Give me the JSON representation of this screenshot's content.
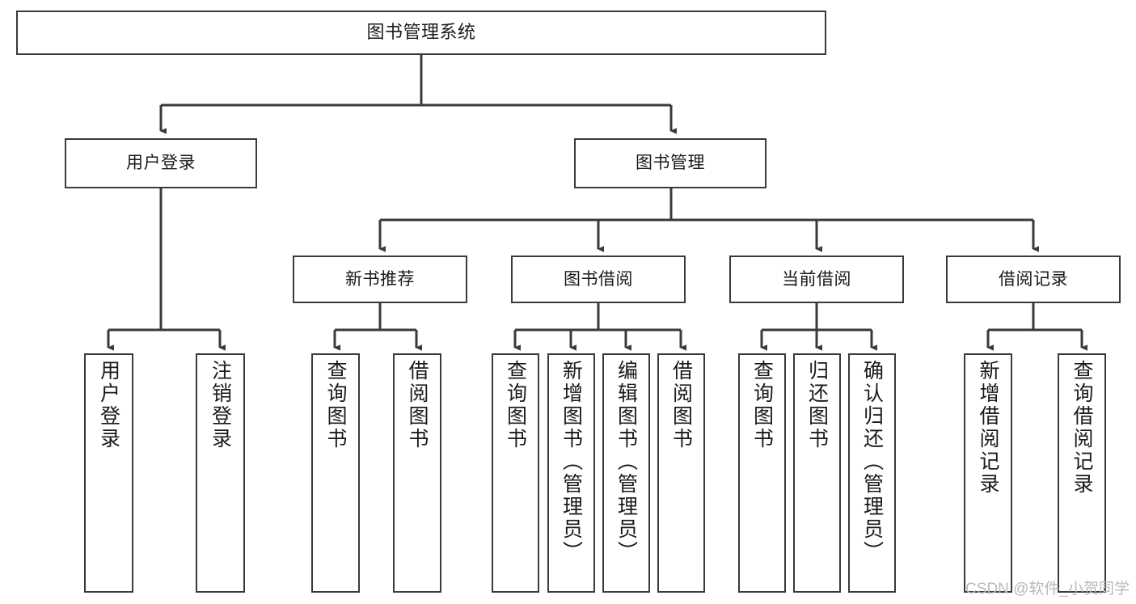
{
  "diagram": {
    "type": "tree",
    "title": "图书管理系统",
    "root": {
      "label": "图书管理系统"
    },
    "level1": [
      {
        "label": "用户登录"
      },
      {
        "label": "图书管理"
      }
    ],
    "level2": [
      {
        "label": "新书推荐"
      },
      {
        "label": "图书借阅"
      },
      {
        "label": "当前借阅"
      },
      {
        "label": "借阅记录"
      }
    ],
    "leaves": {
      "user_login": [
        {
          "label": "用户登录"
        },
        {
          "label": "注销登录"
        }
      ],
      "new_book_recommend": [
        {
          "label": "查询图书"
        },
        {
          "label": "借阅图书"
        }
      ],
      "book_borrow": [
        {
          "label": "查询图书"
        },
        {
          "label": "新增图书（管理员）"
        },
        {
          "label": "编辑图书（管理员）"
        },
        {
          "label": "借阅图书"
        }
      ],
      "current_borrow": [
        {
          "label": "查询图书"
        },
        {
          "label": "归还图书"
        },
        {
          "label": "确认归还（管理员）"
        }
      ],
      "borrow_record": [
        {
          "label": "新增借阅记录"
        },
        {
          "label": "查询借阅记录"
        }
      ]
    }
  },
  "watermark": {
    "text": "CSDN @软件_小贺同学"
  },
  "colors": {
    "border": "#3a3a3a",
    "text": "#1a1a1a",
    "background": "#ffffff",
    "watermark": "#b9b9b9"
  }
}
